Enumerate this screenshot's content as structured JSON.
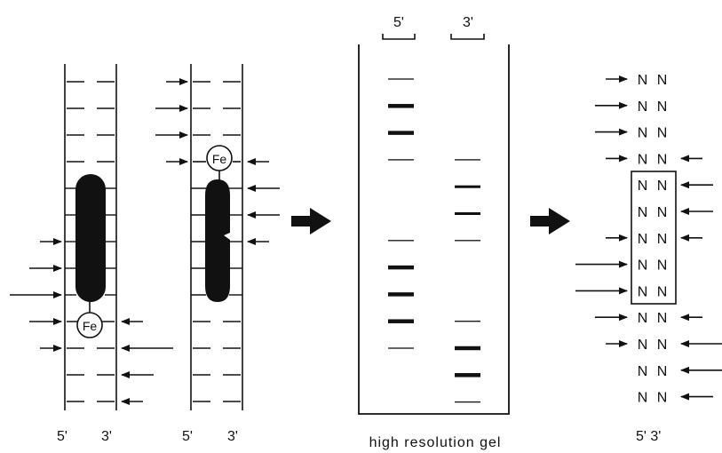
{
  "ladder_a": {
    "label_5": "5'",
    "label_3": "3'",
    "fe_label": "Fe",
    "left_cut_strengths": [
      0,
      0,
      0,
      0,
      0,
      0,
      1,
      2,
      3,
      2,
      1,
      0
    ],
    "right_cut_strengths": [
      0,
      0,
      0,
      0,
      0,
      0,
      0,
      0,
      0,
      1,
      3,
      2,
      1
    ]
  },
  "ladder_b": {
    "label_5": "5'",
    "label_3": "3'",
    "fe_label": "Fe",
    "left_cut_strengths": [
      1,
      2,
      2,
      1,
      0,
      0,
      0
    ],
    "right_cut_strengths": [
      0,
      0,
      0,
      1,
      2,
      2,
      1
    ]
  },
  "gel": {
    "lane_5_label": "5'",
    "lane_3_label": "3'",
    "caption": "high resolution gel",
    "lane_5_band_strengths": [
      1,
      3,
      3,
      1,
      0,
      0,
      1,
      3,
      3,
      3,
      1,
      0,
      0
    ],
    "lane_3_band_strengths": [
      0,
      0,
      0,
      1,
      2,
      2,
      1,
      0,
      0,
      1,
      3,
      3,
      1
    ]
  },
  "sequence": {
    "label_5_3": "5' 3'",
    "rows": [
      {
        "text": "N N",
        "left_arrow": 1,
        "right_arrow": 0
      },
      {
        "text": "N N",
        "left_arrow": 2,
        "right_arrow": 0
      },
      {
        "text": "N N",
        "left_arrow": 2,
        "right_arrow": 0
      },
      {
        "text": "N N",
        "left_arrow": 1,
        "right_arrow": 1
      },
      {
        "text": "N N",
        "left_arrow": 0,
        "right_arrow": 2
      },
      {
        "text": "N N",
        "left_arrow": 0,
        "right_arrow": 2
      },
      {
        "text": "N N",
        "left_arrow": 1,
        "right_arrow": 1
      },
      {
        "text": "N N",
        "left_arrow": 3,
        "right_arrow": 0
      },
      {
        "text": "N N",
        "left_arrow": 3,
        "right_arrow": 0
      },
      {
        "text": "N N",
        "left_arrow": 2,
        "right_arrow": 1
      },
      {
        "text": "N N",
        "left_arrow": 1,
        "right_arrow": 3
      },
      {
        "text": "N N",
        "left_arrow": 0,
        "right_arrow": 3
      },
      {
        "text": "N N",
        "left_arrow": 0,
        "right_arrow": 2
      }
    ],
    "boxed_rows": [
      4,
      5,
      6,
      7,
      8
    ]
  }
}
